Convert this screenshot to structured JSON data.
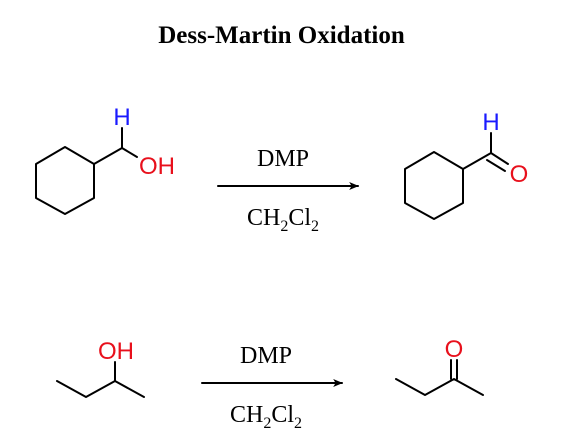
{
  "title": "Dess-Martin Oxidation",
  "colors": {
    "hydrogen": "#1a1aff",
    "oxygen": "#e8101c",
    "bond": "#000000"
  },
  "reactions": [
    {
      "reactant": {
        "atoms": {
          "h": "H",
          "oh": "OH"
        }
      },
      "reagent_above": "DMP",
      "reagent_below": {
        "base": "CH",
        "sub1": "2",
        "mid": "Cl",
        "sub2": "2"
      },
      "product": {
        "atoms": {
          "h": "H",
          "o": "O"
        }
      }
    },
    {
      "reactant": {
        "atoms": {
          "oh": "OH"
        }
      },
      "reagent_above": "DMP",
      "reagent_below": {
        "base": "CH",
        "sub1": "2",
        "mid": "Cl",
        "sub2": "2"
      },
      "product": {
        "atoms": {
          "o": "O"
        }
      }
    }
  ]
}
